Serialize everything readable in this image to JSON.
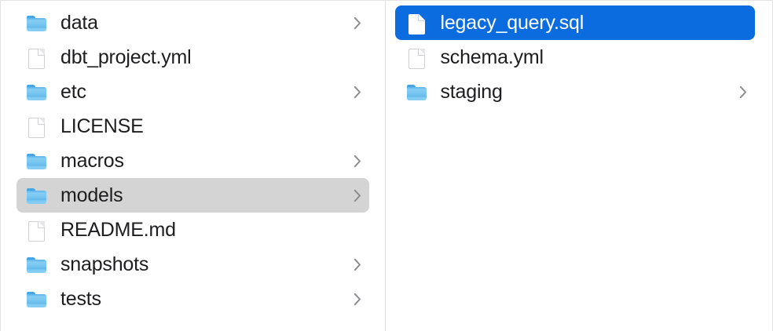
{
  "app": {
    "name": "Finder",
    "view": "column-view",
    "colors": {
      "selection_active": "#0b6ce0",
      "selection_inactive": "#d4d4d4",
      "folder_blue": "#74c4f0",
      "text": "#1d1d1f",
      "text_selected": "#ffffff",
      "divider": "#dedee0",
      "background": "#ffffff"
    }
  },
  "columns": [
    {
      "id": "parent-column",
      "name": "dbt-project-column",
      "items": [
        {
          "label": "data",
          "kind": "folder",
          "icon": "folder-icon",
          "chevron": true,
          "chevron_icon": "chevron-right-icon",
          "state": "normal"
        },
        {
          "label": "dbt_project.yml",
          "kind": "file",
          "icon": "document-icon",
          "chevron": false,
          "chevron_icon": "",
          "state": "normal"
        },
        {
          "label": "etc",
          "kind": "folder",
          "icon": "folder-icon",
          "chevron": true,
          "chevron_icon": "chevron-right-icon",
          "state": "normal"
        },
        {
          "label": "LICENSE",
          "kind": "file",
          "icon": "document-icon",
          "chevron": false,
          "chevron_icon": "",
          "state": "normal"
        },
        {
          "label": "macros",
          "kind": "folder",
          "icon": "folder-icon",
          "chevron": true,
          "chevron_icon": "chevron-right-icon",
          "state": "normal"
        },
        {
          "label": "models",
          "kind": "folder",
          "icon": "folder-icon",
          "chevron": true,
          "chevron_icon": "chevron-right-icon",
          "state": "selected-inactive"
        },
        {
          "label": "README.md",
          "kind": "file",
          "icon": "document-icon",
          "chevron": false,
          "chevron_icon": "",
          "state": "normal"
        },
        {
          "label": "snapshots",
          "kind": "folder",
          "icon": "folder-icon",
          "chevron": true,
          "chevron_icon": "chevron-right-icon",
          "state": "normal"
        },
        {
          "label": "tests",
          "kind": "folder",
          "icon": "folder-icon",
          "chevron": true,
          "chevron_icon": "chevron-right-icon",
          "state": "normal"
        }
      ]
    },
    {
      "id": "child-column",
      "name": "models-column",
      "items": [
        {
          "label": "legacy_query.sql",
          "kind": "file",
          "icon": "document-icon",
          "chevron": false,
          "chevron_icon": "",
          "state": "selected-active"
        },
        {
          "label": "schema.yml",
          "kind": "file",
          "icon": "document-icon",
          "chevron": false,
          "chevron_icon": "",
          "state": "normal"
        },
        {
          "label": "staging",
          "kind": "folder",
          "icon": "folder-icon",
          "chevron": true,
          "chevron_icon": "chevron-right-icon",
          "state": "normal"
        }
      ]
    }
  ]
}
